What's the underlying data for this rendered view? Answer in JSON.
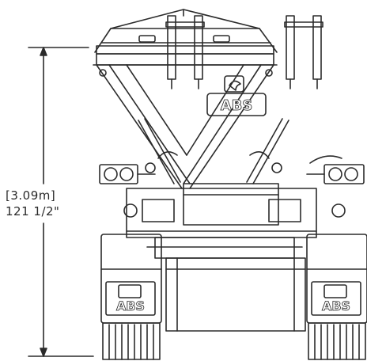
{
  "dimension": {
    "metric_label": "3.09m",
    "imperial_label": "121 1/2\""
  },
  "logos": {
    "top": "ABS",
    "left": "ABS",
    "right": "ABS"
  },
  "colors": {
    "line": "#2b2b2b",
    "background": "#ffffff"
  }
}
